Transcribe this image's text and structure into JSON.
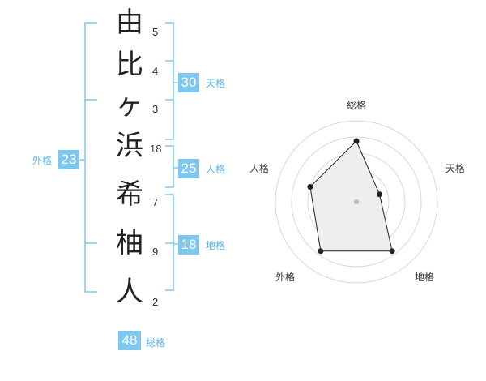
{
  "name": {
    "characters": [
      {
        "char": "由",
        "strokes": "5"
      },
      {
        "char": "比",
        "strokes": "4"
      },
      {
        "char": "ヶ",
        "strokes": "3"
      },
      {
        "char": "浜",
        "strokes": "18"
      },
      {
        "char": "希",
        "strokes": "7"
      },
      {
        "char": "柚",
        "strokes": "9"
      },
      {
        "char": "人",
        "strokes": "2"
      }
    ]
  },
  "fortunes": {
    "tenkaku": {
      "value": "30",
      "label": "天格"
    },
    "jinkaku": {
      "value": "25",
      "label": "人格"
    },
    "chikaku": {
      "value": "18",
      "label": "地格"
    },
    "gaikaku": {
      "value": "23",
      "label": "外格"
    },
    "soukaku": {
      "value": "48",
      "label": "総格"
    }
  },
  "radar": {
    "axes": [
      "総格",
      "天格",
      "地格",
      "外格",
      "人格"
    ],
    "levels": [
      0.75,
      0.3,
      0.75,
      0.75,
      0.6
    ],
    "ring_count": 5
  },
  "colors": {
    "accent": "#7ec8f0",
    "accent_text": "#5ab4e6",
    "bracket": "#7ec8f0",
    "polygon_fill": "#eeeeee"
  }
}
